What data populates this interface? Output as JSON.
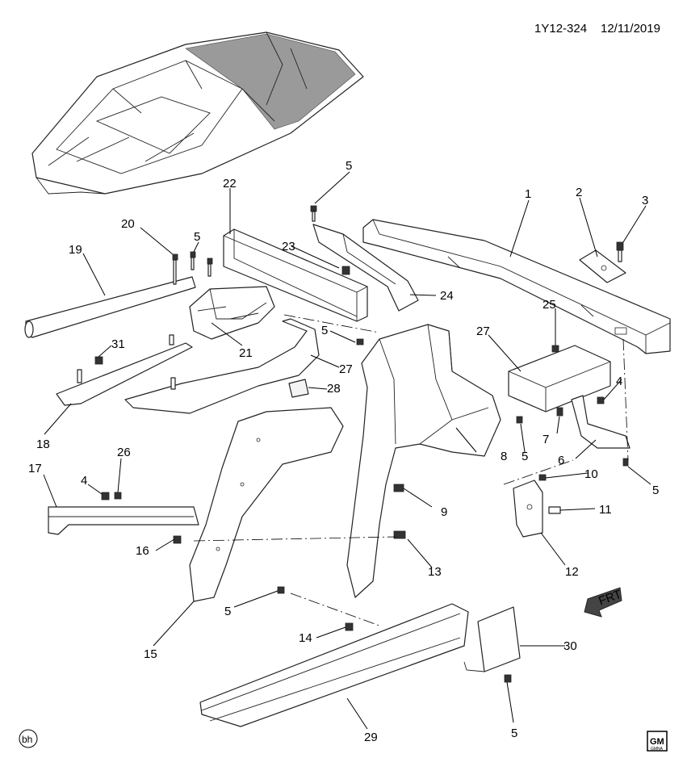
{
  "header": {
    "code": "1Y12-324",
    "date": "12/11/2019"
  },
  "artist_mark": "bh",
  "logo_text": "GM",
  "logo_subtext": "GMNA",
  "front_arrow_label": "FRT",
  "callouts": [
    "1",
    "2",
    "3",
    "4",
    "4",
    "5",
    "5",
    "5",
    "5",
    "5",
    "5",
    "5",
    "6",
    "7",
    "8",
    "9",
    "10",
    "11",
    "12",
    "13",
    "14",
    "15",
    "16",
    "17",
    "18",
    "19",
    "20",
    "21",
    "22",
    "23",
    "24",
    "25",
    "26",
    "27",
    "27",
    "28",
    "29",
    "30",
    "31"
  ]
}
